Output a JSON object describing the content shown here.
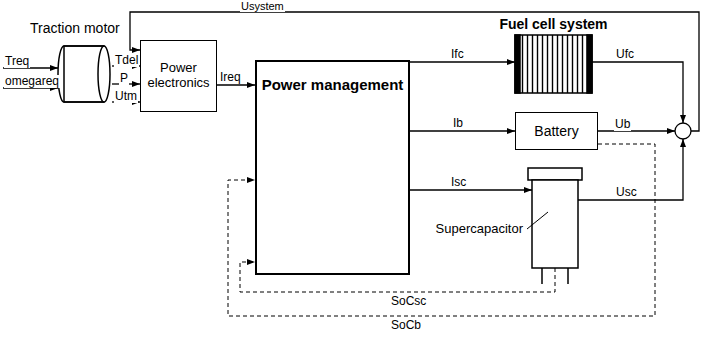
{
  "diagram": {
    "nodes": [
      {
        "text": [
          "Traction motor"
        ]
      },
      {
        "text": [
          "Power electronics"
        ]
      },
      {
        "text": [
          "Power management"
        ]
      },
      {
        "text": [
          "Fuel cell system"
        ]
      },
      {
        "text": [
          "Battery"
        ]
      },
      {
        "text": [
          "Supercapacitor"
        ]
      }
    ],
    "edges": [
      {
        "from": 0,
        "to": 1,
        "arrow": "to",
        "label": "Tdel"
      },
      {
        "from": 0,
        "to": 1,
        "arrow": "to",
        "label": "P"
      },
      {
        "from": 0,
        "to": 1,
        "arrow": "to",
        "label": "Utm"
      },
      {
        "from": 1,
        "to": 2,
        "arrow": "to",
        "label": "Ireq"
      },
      {
        "from": 2,
        "to": 3,
        "arrow": "to",
        "label": "Ifc"
      },
      {
        "from": 2,
        "to": 4,
        "arrow": "to",
        "label": "Ib"
      },
      {
        "from": 2,
        "to": 5,
        "arrow": "to",
        "label": "Isc"
      },
      {
        "from": 5,
        "to": 2,
        "arrow": "to",
        "label": "SoCsc"
      },
      {
        "from": 4,
        "to": 2,
        "arrow": "to",
        "label": "SoCb"
      }
    ],
    "labels": [
      "Usystem",
      "Treq",
      "omegareq",
      "Ufc",
      "Ub",
      "Usc"
    ]
  }
}
